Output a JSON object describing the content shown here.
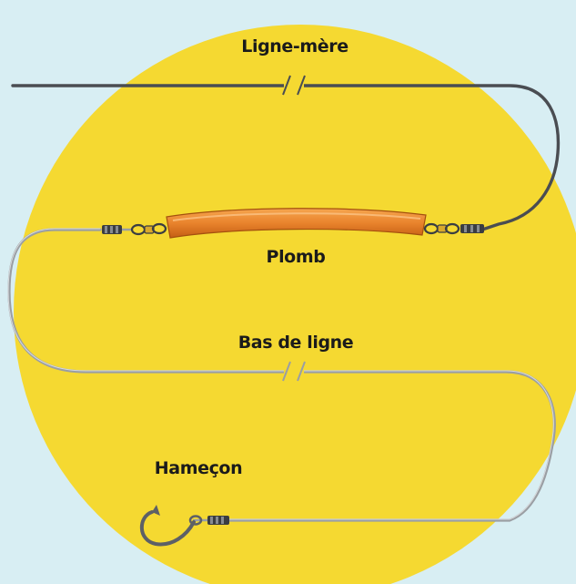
{
  "colors": {
    "background": "#d8eef3",
    "circle": "#f5d931",
    "main_line": "#4a4d52",
    "leader_line": "#9a9ea3",
    "sinker": "#e9832c",
    "hook": "#5d6066",
    "label_text": "#1b1b1b"
  },
  "labels": {
    "main_line": "Ligne-mère",
    "sinker": "Plomb",
    "leader": "Bas de ligne",
    "hook": "Hameçon"
  }
}
